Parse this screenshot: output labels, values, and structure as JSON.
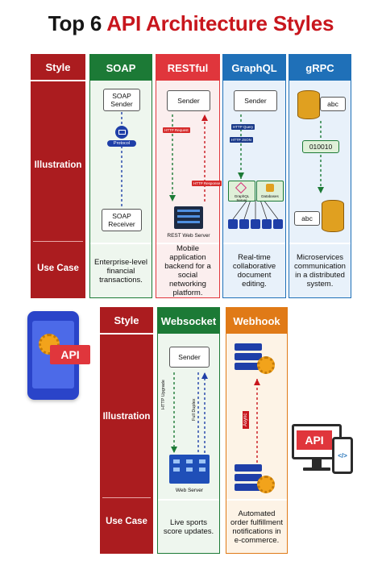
{
  "title": {
    "prefix": "Top 6 ",
    "accent": "API Architecture Styles"
  },
  "colors": {
    "style_red": "#ab1c1f",
    "soap_green": "#1c7a36",
    "rest_red": "#e0363c",
    "graphql_blue": "#1f70b8",
    "grpc_blue": "#1f70b8",
    "websocket_green": "#1c7a36",
    "webhook_orange": "#e07a17"
  },
  "rows": {
    "style": "Style",
    "illustration": "Illustration",
    "use_case": "Use Case"
  },
  "soap": {
    "header": "SOAP",
    "sender": "SOAP Sender",
    "protocol": "Protocol",
    "receiver": "SOAP Receiver",
    "use_case": "Enterprise-level financial transactions."
  },
  "rest": {
    "header": "RESTful",
    "sender": "Sender",
    "request": "HTTP Request",
    "response": "HTTP Response",
    "server": "REST Web Server",
    "use_case": "Mobile application backend for a social networking platform."
  },
  "graphql": {
    "header": "GraphQL",
    "sender": "Sender",
    "query_label": "HTTP Query",
    "json_label": "HTTP JSON",
    "server": "GraphQL Server",
    "databases": "Databases",
    "use_case": "Real-time collaborative document editing."
  },
  "grpc": {
    "header": "gRPC",
    "top": "abc",
    "encoded": "010010",
    "bottom": "abc",
    "use_case": "Microservices communication in a distributed system."
  },
  "websocket": {
    "header": "Websocket",
    "sender": "Sender",
    "upgrade": "HTTP Upgrade",
    "duplex": "Full Duplex",
    "server": "Web Server",
    "use_case": "Live sports score updates."
  },
  "webhook": {
    "header": "Webhook",
    "async": "Async",
    "use_case": "Automated order fulfillment notifications in e-commerce."
  },
  "phone_badge": "API",
  "monitor_badge": "API",
  "code_glyph": "</>"
}
